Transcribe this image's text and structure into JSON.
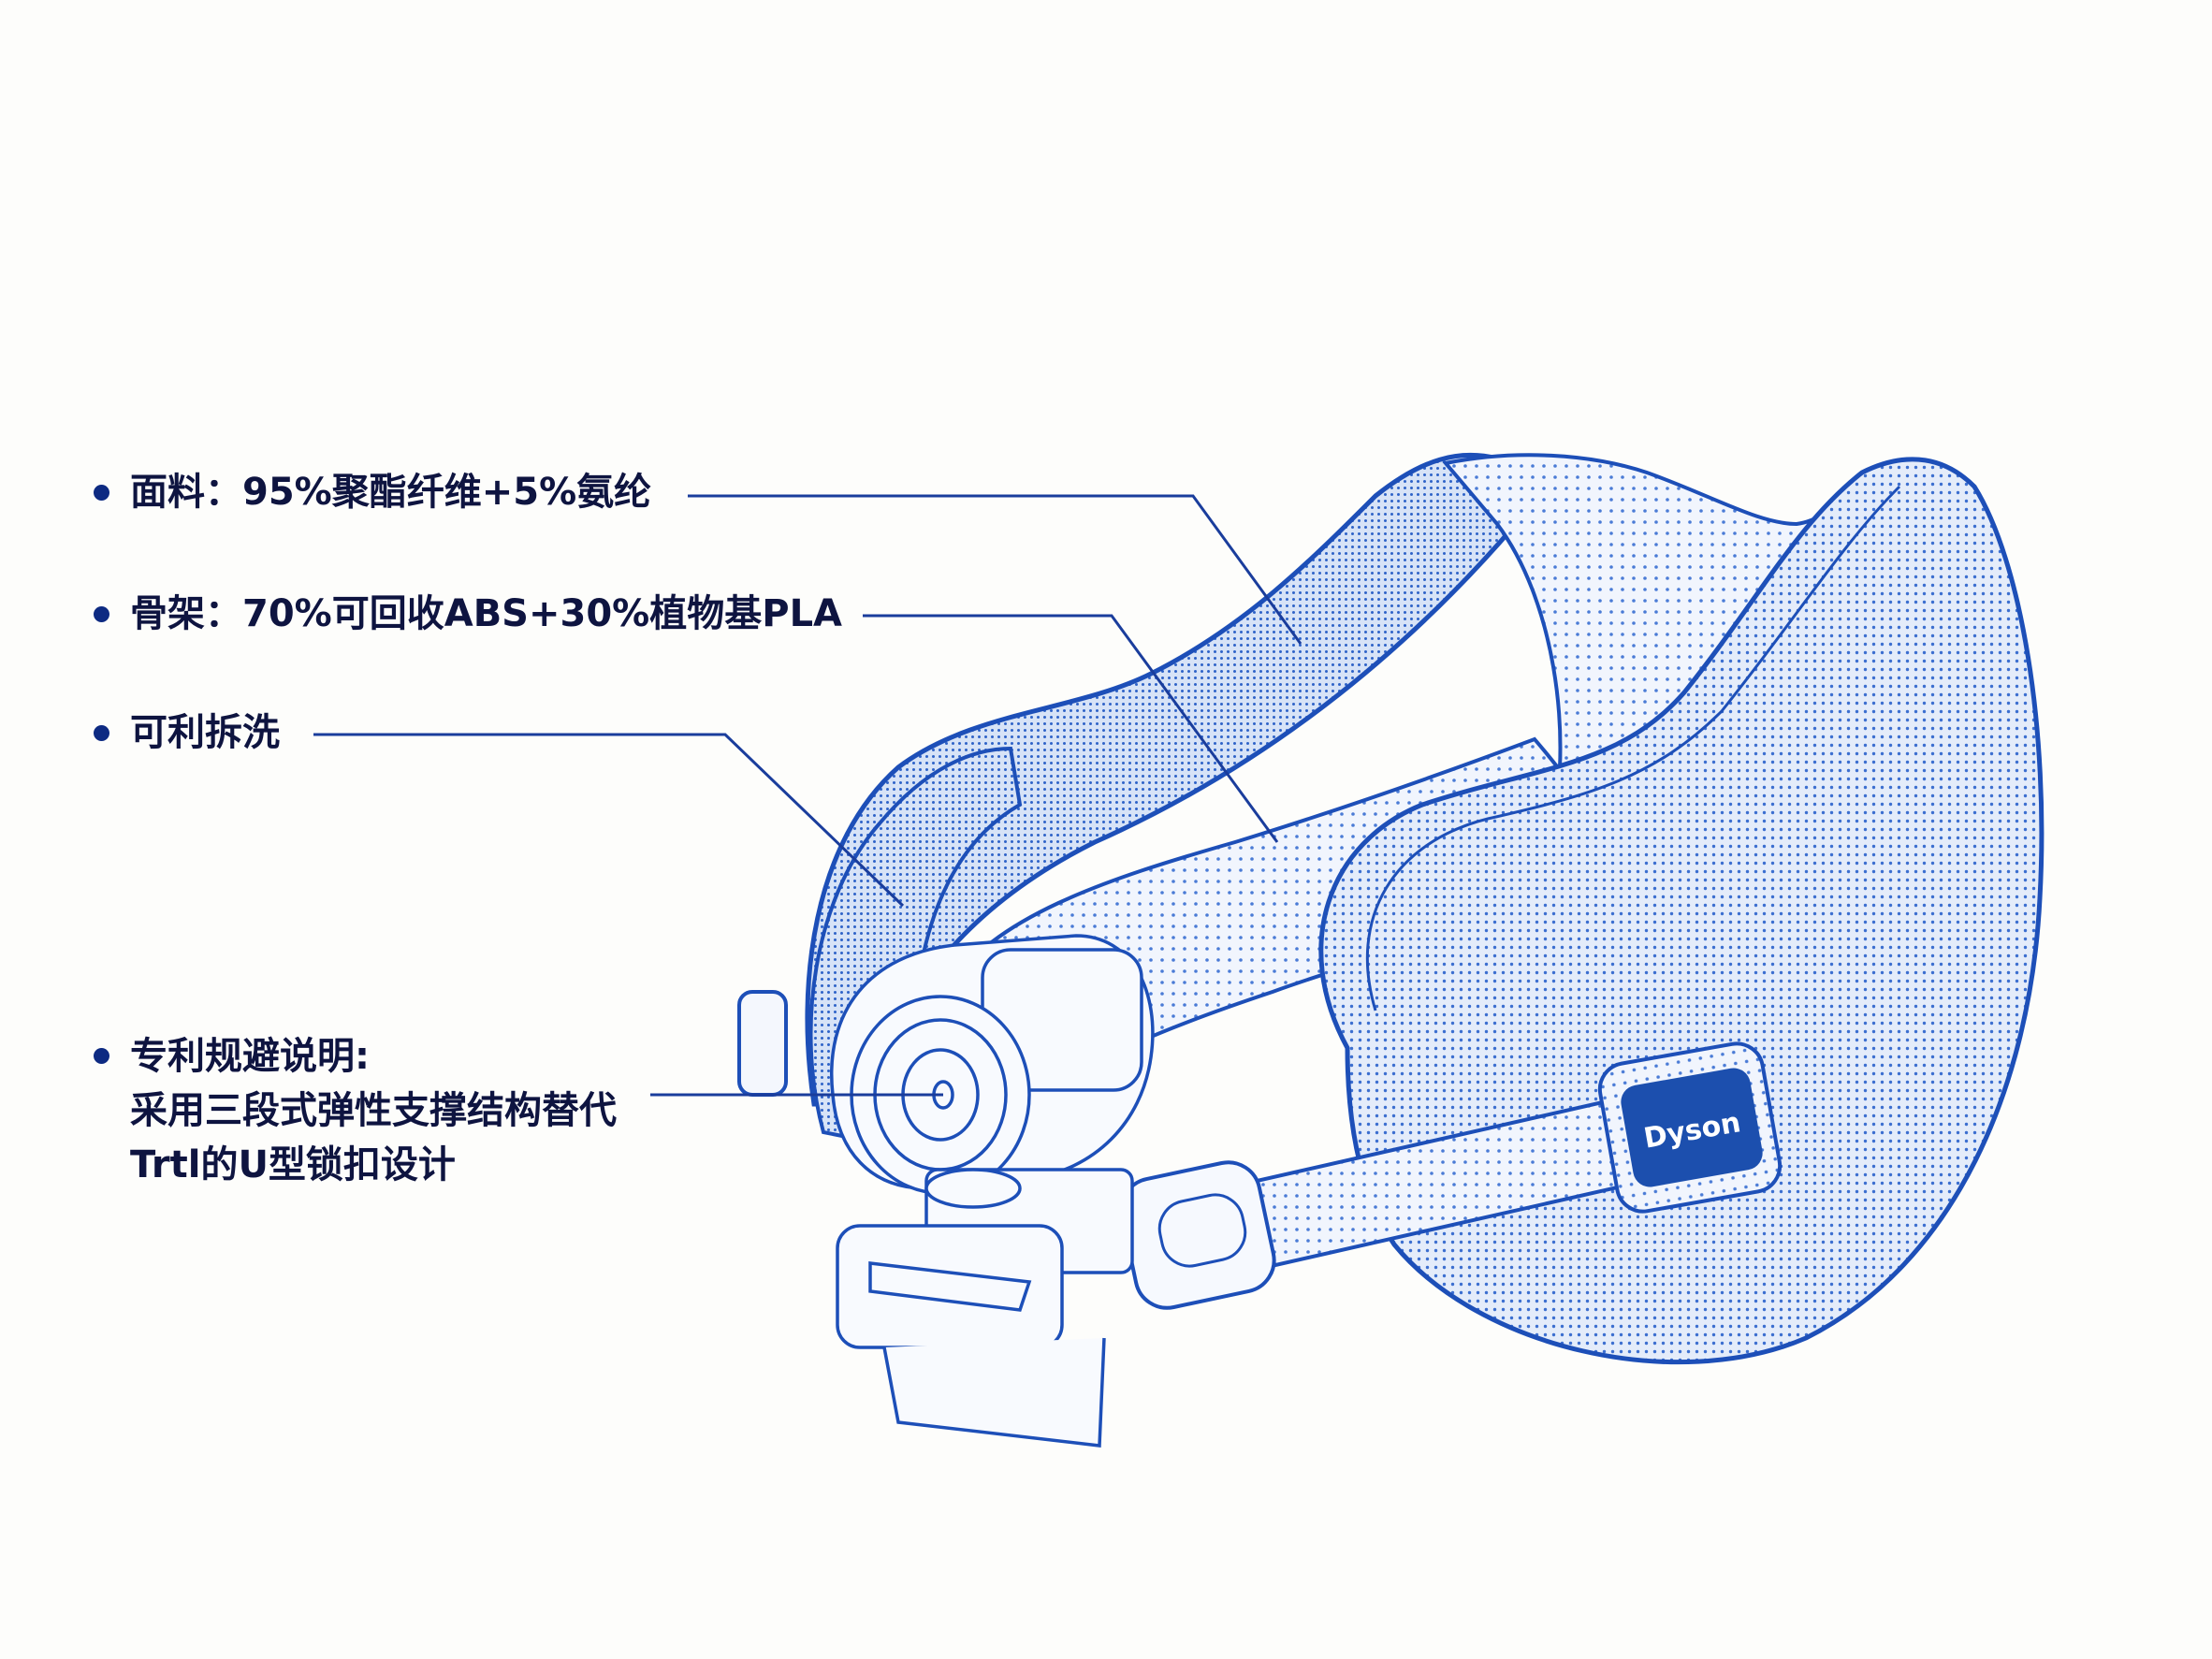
{
  "colors": {
    "background": "#fdfdfb",
    "text": "#0e1440",
    "bullet": "#0d2a82",
    "leader_line": "#1a3d9c",
    "outline": "#1d4fb8",
    "fill_light": "#d6e3f7",
    "fill_mid": "#b9cff0",
    "badge": "#1c4fae"
  },
  "annotations": [
    {
      "id": "fabric",
      "text": "面料：95%聚酯纤维+5%氨纶"
    },
    {
      "id": "frame",
      "text": "骨架：70%可回收ABS+30%植物基PLA"
    },
    {
      "id": "washable",
      "text": "可利拆洗"
    },
    {
      "id": "patent",
      "lines": [
        "专利规避说明:",
        "采用三段式弹性支撑结构替代",
        "Trtl的U型锁扣设计"
      ]
    }
  ],
  "product": {
    "type": "neck-pillow",
    "badge_label": "Dyson"
  }
}
